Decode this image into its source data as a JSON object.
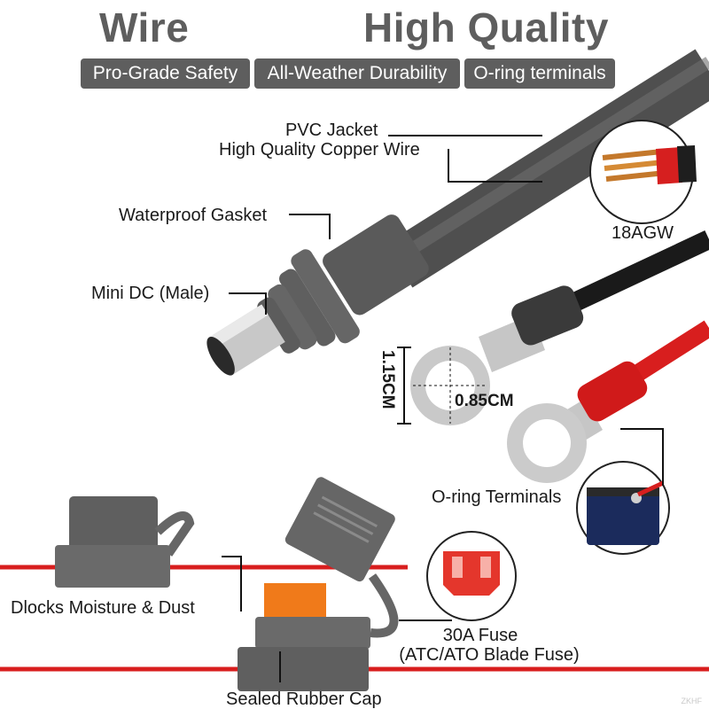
{
  "header": {
    "title_left": "Wire",
    "title_right": "High Quality"
  },
  "badges": [
    "Pro-Grade Safety",
    "All-Weather Durability",
    "O-ring terminals"
  ],
  "callouts": {
    "pvc_jacket": "PVC Jacket",
    "copper_wire": "High Quality Copper Wire",
    "gasket": "Waterproof Gasket",
    "mini_dc": "Mini DC (Male)",
    "gauge": "18AGW",
    "o_ring": "O-ring Terminals",
    "moisture": "Dlocks Moisture & Dust",
    "rubber_cap": "Sealed Rubber Cap",
    "fuse_line1": "30A Fuse",
    "fuse_line2": "(ATC/ATO Blade Fuse)"
  },
  "dimensions": {
    "height": "1.15CM",
    "width": "0.85CM"
  },
  "watermark": "ZKHF",
  "colors": {
    "headline_gray": "#5e5e5e",
    "cable_gray": "#5a5a5a",
    "wire_red": "#e02020",
    "fuse_red": "#e4362c",
    "badge_bg": "#5e5e5e"
  }
}
